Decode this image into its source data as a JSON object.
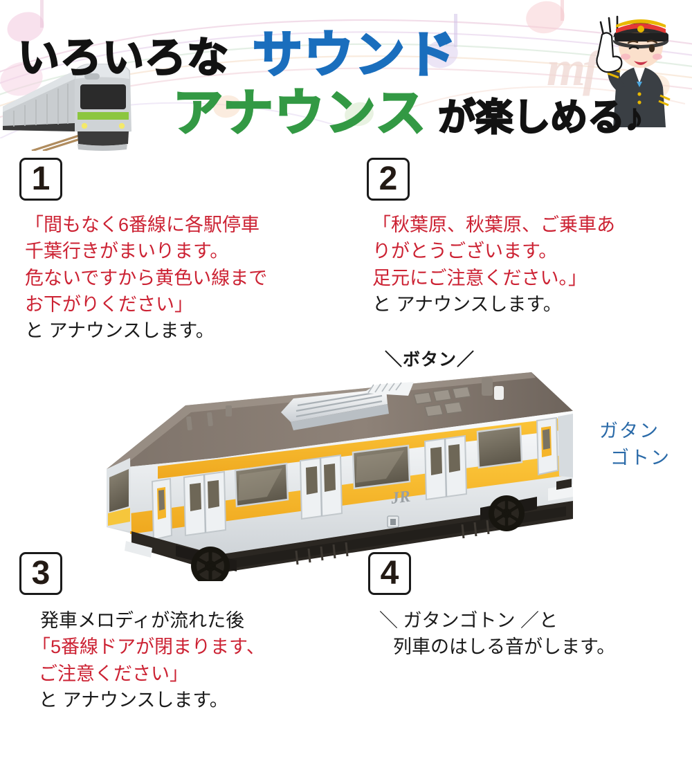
{
  "header": {
    "line1_black": "いろいろな",
    "line1_blue": "サウンド",
    "line2_green": "アナウンス",
    "line2_black": "が楽しめる♪",
    "icon_train": "front-train-illustration",
    "icon_conductor": "conductor-character-illustration",
    "colors": {
      "blue": "#1a6ebd",
      "green": "#339944",
      "black": "#121212"
    }
  },
  "sections": [
    {
      "number": "1",
      "lines": [
        {
          "text": "「間もなく6番線に各駅停車",
          "color": "red"
        },
        {
          "text": "千葉行きがまいります。",
          "color": "red"
        },
        {
          "text": "危ないですから黄色い線まで",
          "color": "red"
        },
        {
          "text": "お下がりください」",
          "color": "red"
        },
        {
          "text": "と アナウンスします。",
          "color": "black"
        }
      ]
    },
    {
      "number": "2",
      "lines": [
        {
          "text": "「秋葉原、秋葉原、ご乗車あ",
          "color": "red"
        },
        {
          "text": "りがとうございます。",
          "color": "red"
        },
        {
          "text": "足元にご注意ください。」",
          "color": "red"
        },
        {
          "text": "と アナウンスします。",
          "color": "black"
        }
      ]
    },
    {
      "number": "3",
      "lines": [
        {
          "text": "発車メロディが流れた後",
          "color": "black"
        },
        {
          "text": "「5番線ドアが閉まります、",
          "color": "red"
        },
        {
          "text": "ご注意ください」",
          "color": "red"
        },
        {
          "text": "と アナウンスします。",
          "color": "black"
        }
      ]
    },
    {
      "number": "4",
      "lines": [
        {
          "text": "＼ ガタンゴトン ／と",
          "color": "black"
        },
        {
          "text": "列車のはしる音がします。",
          "color": "black"
        }
      ]
    }
  ],
  "photo": {
    "button_label": "＼ボタン／",
    "sound_label_line1": "ガタン",
    "sound_label_line2": "ゴトン",
    "sound_label_color": "#2a6aa8",
    "body_mark": "JR",
    "icon": "toy-train-car-photo",
    "colors": {
      "body": "#e8eaec",
      "stripe": "#f5b52a",
      "roof": "#8a7f74",
      "underframe": "#2b2722"
    }
  },
  "text_colors": {
    "red": "#cc2233",
    "black": "#1a1a1a"
  }
}
